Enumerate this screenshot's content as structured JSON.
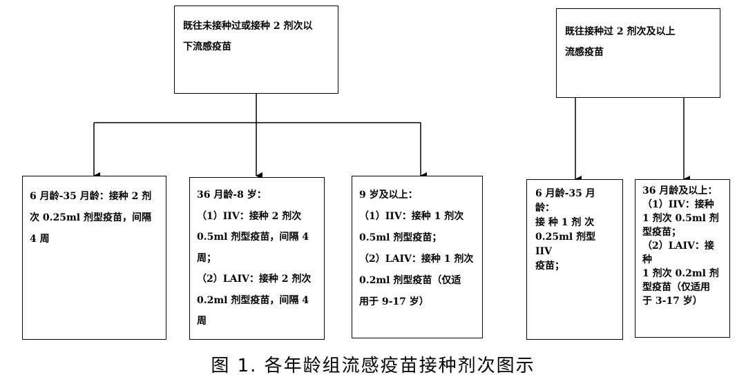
{
  "left_root": {
    "lines": [
      "既往未接种过或接种 2 剂次以",
      "下流感疫苗"
    ]
  },
  "right_root": {
    "lines": [
      "既往接种过 2 剂次及以上",
      "流感疫苗"
    ]
  },
  "left_children": [
    {
      "lines": [
        "6 月龄-35 月龄：接种 2 剂",
        "次 0.25ml 剂型疫苗，间隔",
        "4 周"
      ]
    },
    {
      "lines": [
        "36 月龄-8 岁：",
        "（1）IIV：接种 2 剂次",
        "0.5ml 剂型疫苗，间隔 4",
        "周；",
        "（2）LAIV：接种 2 剂次",
        "0.2ml 剂型疫苗，间隔 4",
        "周"
      ]
    },
    {
      "lines": [
        "9 岁及以上：",
        "（1）IIV：接种 1 剂次",
        "0.5ml 剂型疫苗；",
        "（2）LAIV：接种 1 剂次",
        "0.2ml 剂型疫苗（仅适",
        "用于 9-17 岁）"
      ]
    }
  ],
  "right_children": [
    {
      "lines": [
        "6 月龄-35 月龄：",
        "接 种  1  剂 次",
        "0.25ml 剂型 IIV",
        "疫苗；"
      ]
    },
    {
      "lines": [
        "36 月龄及以上：",
        "（1）IIV：接种",
        "1 剂次 0.5ml 剂",
        "型疫苗；",
        "（2）LAIV：接种",
        "1 剂次 0.2ml 剂",
        "型疫苗（仅适用",
        "于 3-17 岁）"
      ]
    }
  ],
  "caption": "图 1. 各年龄组流感疫苗接种剂次图示"
}
